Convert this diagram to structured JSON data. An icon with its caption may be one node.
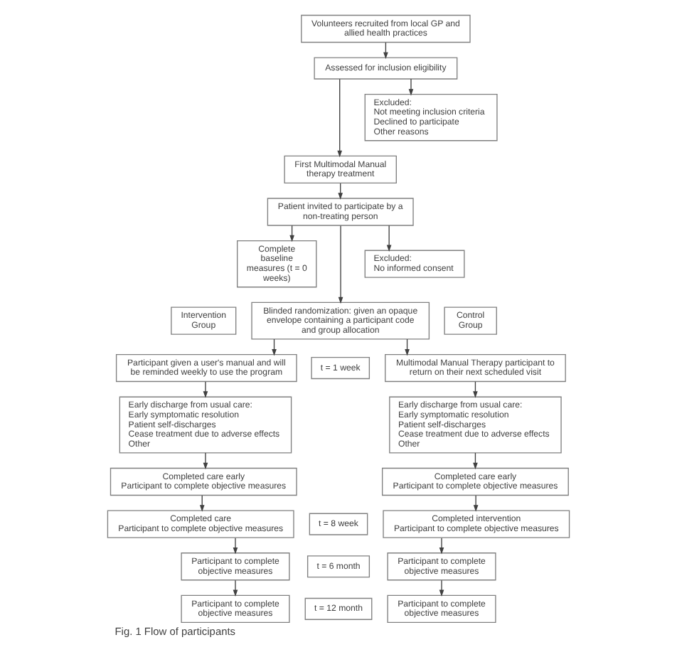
{
  "diagram": {
    "caption": "Fig. 1 Flow of participants",
    "nodes": [
      {
        "text": [
          "Volunteers recruited from local GP and allied health practices"
        ]
      },
      {
        "text": [
          "Assessed for inclusion eligibility"
        ]
      },
      {
        "text": [
          "Excluded:",
          "Not meeting inclusion criteria",
          "Declined to participate",
          "Other reasons"
        ]
      },
      {
        "text": [
          "First Multimodal Manual therapy treatment"
        ]
      },
      {
        "text": [
          "Patient invited to participate by a non-treating person"
        ]
      },
      {
        "text": [
          "Complete baseline measures (t = 0 weeks)"
        ]
      },
      {
        "text": [
          "Excluded:",
          "No informed consent"
        ]
      },
      {
        "text": [
          "Blinded randomization: given an opaque envelope containing a participant code and group allocation"
        ]
      },
      {
        "text": [
          "Intervention Group"
        ]
      },
      {
        "text": [
          "Control Group"
        ]
      },
      {
        "text": [
          "Participant given a user's manual and will be reminded weekly to use the program"
        ]
      },
      {
        "text": [
          "t = 1 week"
        ]
      },
      {
        "text": [
          "Multimodal Manual Therapy participant to return on their next scheduled visit"
        ]
      },
      {
        "text": [
          "Early discharge from usual care:",
          "Early symptomatic resolution",
          "Patient self-discharges",
          "Cease treatment due to adverse effects",
          "Other"
        ]
      },
      {
        "text": [
          "Early discharge from usual care:",
          "Early symptomatic resolution",
          "Patient self-discharges",
          "Cease treatment due to adverse effects",
          "Other"
        ]
      },
      {
        "text": [
          "Completed care early",
          "Participant to complete objective measures"
        ]
      },
      {
        "text": [
          "Completed care early",
          "Participant to complete objective measures"
        ]
      },
      {
        "text": [
          "Completed care",
          "Participant to complete objective measures"
        ]
      },
      {
        "text": [
          "t = 8 week"
        ]
      },
      {
        "text": [
          "Completed intervention",
          "Participant to complete objective measures"
        ]
      },
      {
        "text": [
          "Participant to complete objective measures"
        ]
      },
      {
        "text": [
          "t = 6 month"
        ]
      },
      {
        "text": [
          "Participant to complete objective measures"
        ]
      },
      {
        "text": [
          "Participant to complete objective measures"
        ]
      },
      {
        "text": [
          "t = 12 month"
        ]
      },
      {
        "text": [
          "Participant to complete objective measures"
        ]
      }
    ],
    "edges": [
      {
        "from": 0,
        "to": 1,
        "arrow": "to"
      },
      {
        "from": 1,
        "to": 3,
        "arrow": "to"
      },
      {
        "from": 1,
        "to": 2,
        "arrow": "to"
      },
      {
        "from": 3,
        "to": 4,
        "arrow": "to"
      },
      {
        "from": 4,
        "to": 5,
        "arrow": "to"
      },
      {
        "from": 4,
        "to": 7,
        "arrow": "to"
      },
      {
        "from": 4,
        "to": 6,
        "arrow": "to"
      },
      {
        "from": 7,
        "to": 10,
        "arrow": "to"
      },
      {
        "from": 7,
        "to": 12,
        "arrow": "to"
      },
      {
        "from": 10,
        "to": 13,
        "arrow": "to"
      },
      {
        "from": 13,
        "to": 15,
        "arrow": "to"
      },
      {
        "from": 15,
        "to": 17,
        "arrow": "to"
      },
      {
        "from": 17,
        "to": 20,
        "arrow": "to"
      },
      {
        "from": 20,
        "to": 23,
        "arrow": "to"
      },
      {
        "from": 12,
        "to": 14,
        "arrow": "to"
      },
      {
        "from": 14,
        "to": 16,
        "arrow": "to"
      },
      {
        "from": 16,
        "to": 19,
        "arrow": "to"
      },
      {
        "from": 19,
        "to": 22,
        "arrow": "to"
      },
      {
        "from": 22,
        "to": 25,
        "arrow": "to"
      }
    ]
  }
}
